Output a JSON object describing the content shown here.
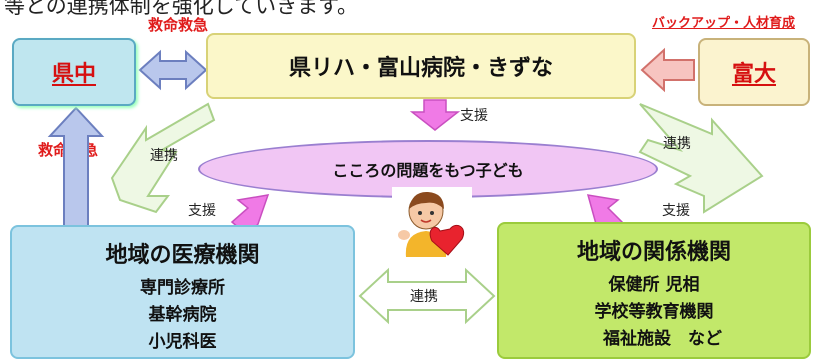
{
  "top_caption": "等との連携体制を強化していきます。",
  "labels": {
    "emergency_top": "救命救急",
    "emergency_left": "救命救急",
    "backup": "バックアップ・人材育成",
    "support_center": "支援",
    "support_left": "支援",
    "support_right": "支援",
    "renkei_left": "連携",
    "renkei_right": "連携",
    "renkei_bottom": "連携"
  },
  "nodes": {
    "kenchu": "県中",
    "center": "県リハ・富山病院・きずな",
    "fudai": "富大",
    "children": "こころの問題をもつ子ども"
  },
  "left_box": {
    "title": "地域の医療機関",
    "lines": [
      "専門診療所",
      "基幹病院",
      "小児科医"
    ]
  },
  "right_box": {
    "title": "地域の関係機関",
    "lines": [
      "保健所 児相",
      "学校等教育機関",
      "　福祉施設　など"
    ]
  },
  "icons": [
    "child-with-heart-icon"
  ],
  "colors": {
    "emergency_red": "#e01b1b",
    "arrow_blue": "#b9c7ec",
    "arrow_magenta": "#f07ae6",
    "arrow_pink": "#f7c4c0",
    "arrow_green": "#e7f6d2",
    "ellipse_fill": "#f1c6f4"
  }
}
